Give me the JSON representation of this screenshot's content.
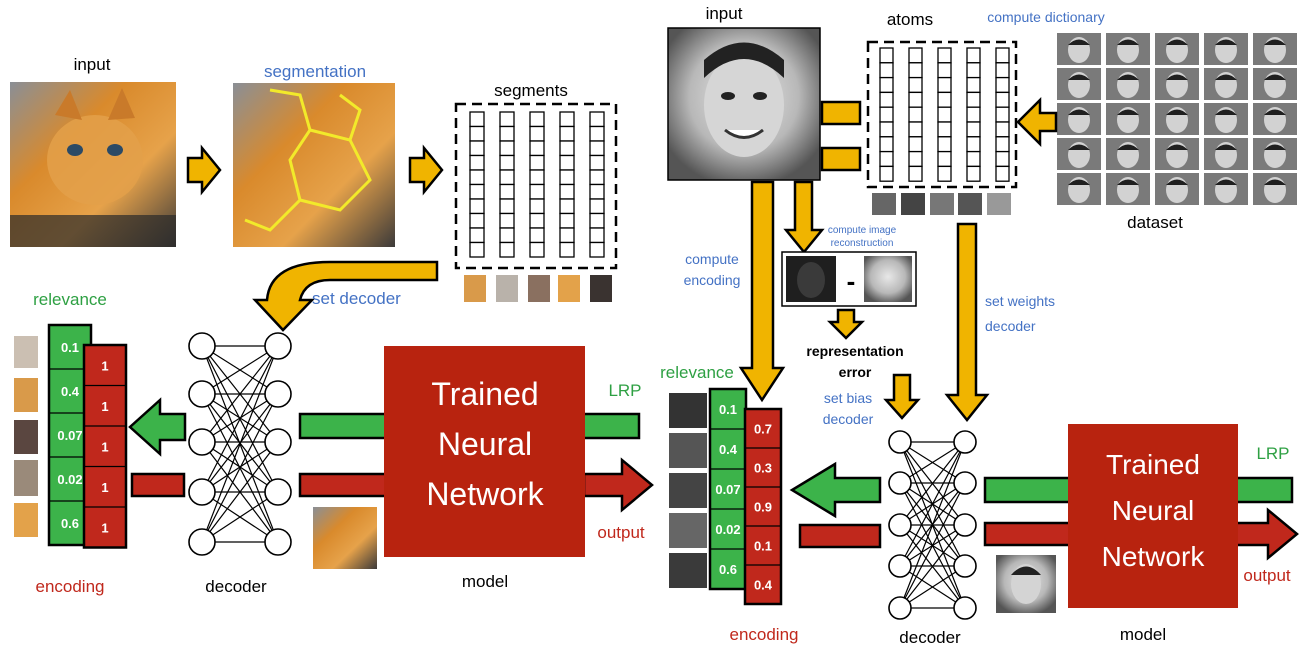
{
  "colors": {
    "green": "#3cb34a",
    "red": "#c0281c",
    "gold": "#f0b400",
    "blue_text": "#4472c4",
    "green_text": "#2ea043",
    "red_text": "#c0281c",
    "dark_red_box": "#b8230f"
  },
  "left": {
    "input_label": "input",
    "segmentation_label": "segmentation",
    "segments_label": "segments",
    "set_decoder_label": "set decoder",
    "relevance_label": "relevance",
    "relevance_values": [
      "0.1",
      "0.4",
      "0.07",
      "0.02",
      "0.6"
    ],
    "encoding_values": [
      "1",
      "1",
      "1",
      "1",
      "1"
    ],
    "encoding_label": "encoding",
    "decoder_label": "decoder",
    "model_box_lines": [
      "Trained",
      "Neural",
      "Network"
    ],
    "model_label": "model",
    "lrp_label": "LRP",
    "output_label": "output"
  },
  "right": {
    "input_label": "input",
    "atoms_label": "atoms",
    "compute_dictionary_label": "compute dictionary",
    "dataset_label": "dataset",
    "compute_encoding_lines": [
      "compute",
      "encoding"
    ],
    "compute_reconstruction_lines": [
      "compute image",
      "reconstruction"
    ],
    "minus_sign": "-",
    "representation_error_lines": [
      "representation",
      "error"
    ],
    "set_bias_lines": [
      "set bias",
      "decoder"
    ],
    "set_weights_lines": [
      "set weights",
      "decoder"
    ],
    "relevance_label": "relevance",
    "relevance_values": [
      "0.1",
      "0.4",
      "0.07",
      "0.02",
      "0.6"
    ],
    "encoding_values": [
      "0.7",
      "0.3",
      "0.9",
      "0.1",
      "0.4"
    ],
    "encoding_label": "encoding",
    "decoder_label": "decoder",
    "model_box_lines": [
      "Trained",
      "Neural",
      "Network"
    ],
    "model_label": "model",
    "lrp_label": "LRP",
    "output_label": "output"
  }
}
